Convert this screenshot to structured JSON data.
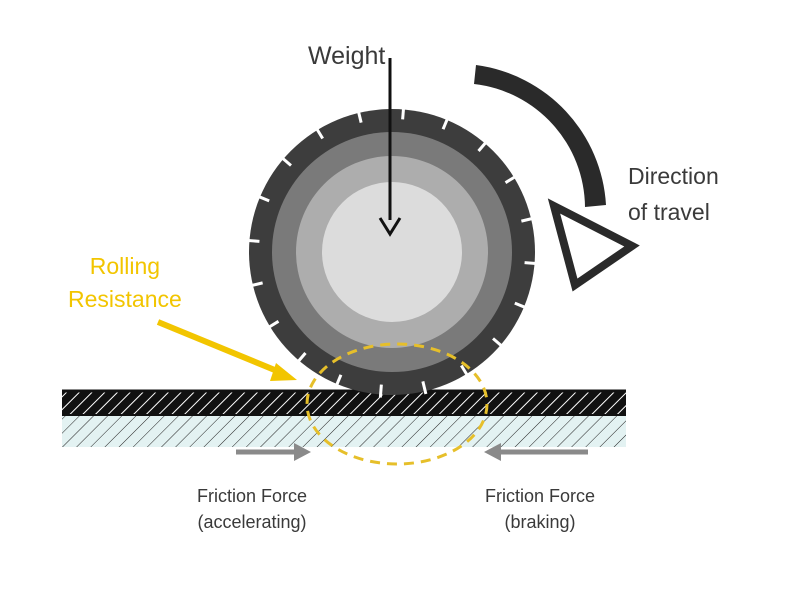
{
  "colors": {
    "text": "#3a3a3a",
    "highlight": "#f2c500",
    "tire_outer": "#3d3d3d",
    "tire_ring2": "#7a7a7a",
    "tire_ring3": "#adadad",
    "tire_hub": "#dcdcdc",
    "road_top": "#111111",
    "ground_fill": "#e3f2f2",
    "ground_hatch": "#1a1a1a",
    "force_arrow": "#8a8a8a",
    "contact_ellipse": "#e6bf2a"
  },
  "icons": {
    "rotation": "curved-arrow-icon",
    "weight": "down-arrow-icon",
    "rolling_resistance": "diagonal-arrow-icon",
    "friction": "horizontal-arrow-icon"
  },
  "labels": {
    "weight": "Weight",
    "direction": [
      "Direction",
      "of travel"
    ],
    "rolling_resistance": [
      "Rolling",
      "Resistance"
    ],
    "friction_accelerating": [
      "Friction Force",
      "(accelerating)"
    ],
    "friction_braking": [
      "Friction Force",
      "(braking)"
    ]
  }
}
